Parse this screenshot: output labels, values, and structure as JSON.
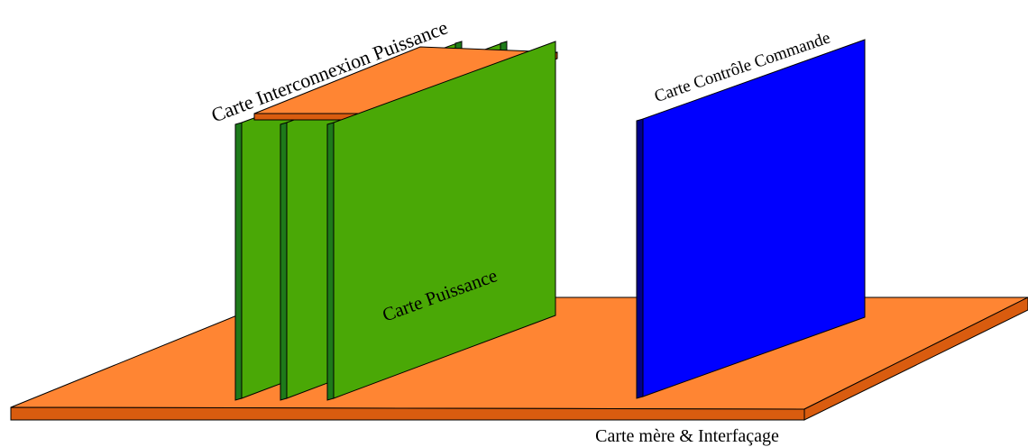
{
  "labels": {
    "interconnexion": "Carte Interconnexion Puissance",
    "controle": "Carte Contrôle Commande",
    "puissance": "Carte Puissance",
    "mere": "Carte mère & Interfaçage"
  },
  "colors": {
    "orange": "#ff8533",
    "orange_edge": "#d95c0f",
    "green": "#4aa806",
    "green_edge": "#1e7a1a",
    "blue": "#0000ff",
    "blue_edge": "#00008b",
    "outline": "#000000"
  }
}
